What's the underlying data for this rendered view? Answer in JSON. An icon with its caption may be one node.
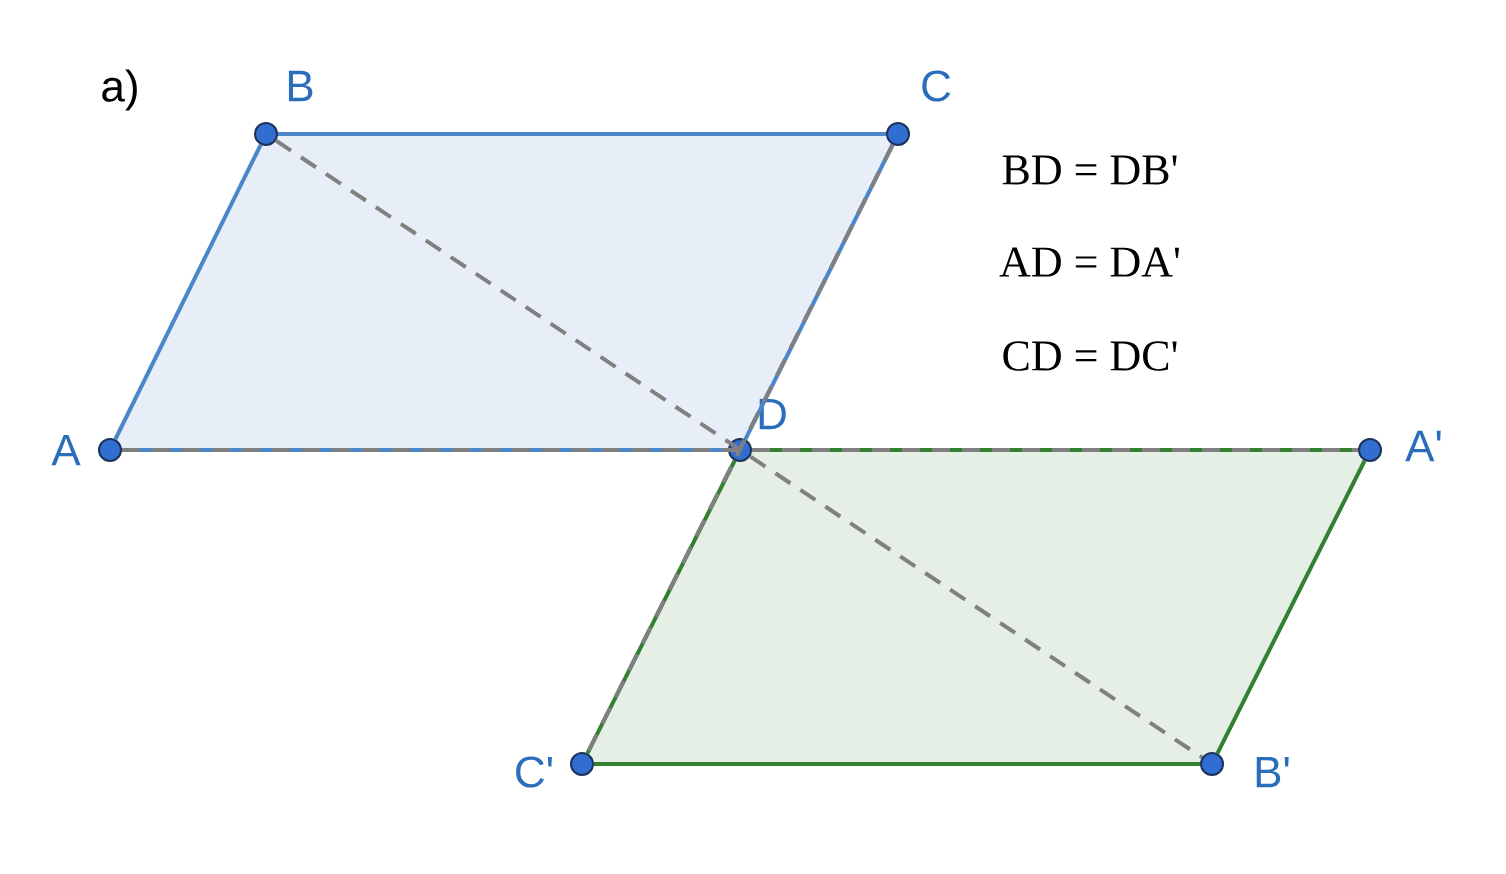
{
  "diagram": {
    "nodes": [
      {
        "text": [],
        "shape": "circle",
        "beside": [
          "A"
        ]
      },
      {
        "text": [],
        "shape": "circle",
        "beside": [
          "B"
        ]
      },
      {
        "text": [],
        "shape": "circle",
        "beside": [
          "C"
        ]
      },
      {
        "text": [],
        "shape": "circle",
        "beside": [
          "D"
        ]
      },
      {
        "text": [],
        "shape": "circle",
        "beside": [
          "A'"
        ]
      },
      {
        "text": [],
        "shape": "circle",
        "beside": [
          "B'"
        ]
      },
      {
        "text": [],
        "shape": "circle",
        "beside": [
          "C'"
        ]
      }
    ],
    "edges": [
      {
        "from": 0,
        "to": 1,
        "arrow": "none",
        "color": "#4a86c8"
      },
      {
        "from": 1,
        "to": 2,
        "arrow": "none",
        "color": "#4a86c8"
      },
      {
        "from": 2,
        "to": 3,
        "arrow": "none",
        "color": "#4a86c8"
      },
      {
        "from": 3,
        "to": 0,
        "arrow": "none",
        "color": "#4a86c8"
      },
      {
        "from": 3,
        "to": 4,
        "arrow": "none",
        "color": "#338033"
      },
      {
        "from": 4,
        "to": 5,
        "arrow": "none",
        "color": "#338033"
      },
      {
        "from": 5,
        "to": 6,
        "arrow": "none",
        "color": "#338033"
      },
      {
        "from": 6,
        "to": 3,
        "arrow": "none",
        "color": "#338033"
      },
      {
        "from": 1,
        "to": 5,
        "arrow": "none",
        "style": "dashed",
        "color": "#808080"
      },
      {
        "from": 0,
        "to": 4,
        "arrow": "none",
        "style": "dashed",
        "color": "#808080"
      },
      {
        "from": 2,
        "to": 6,
        "arrow": "none",
        "style": "dashed",
        "color": "#808080"
      }
    ],
    "labels": [
      "a)",
      "BD = DB'",
      "AD = DA'",
      "CD = DC'"
    ]
  }
}
